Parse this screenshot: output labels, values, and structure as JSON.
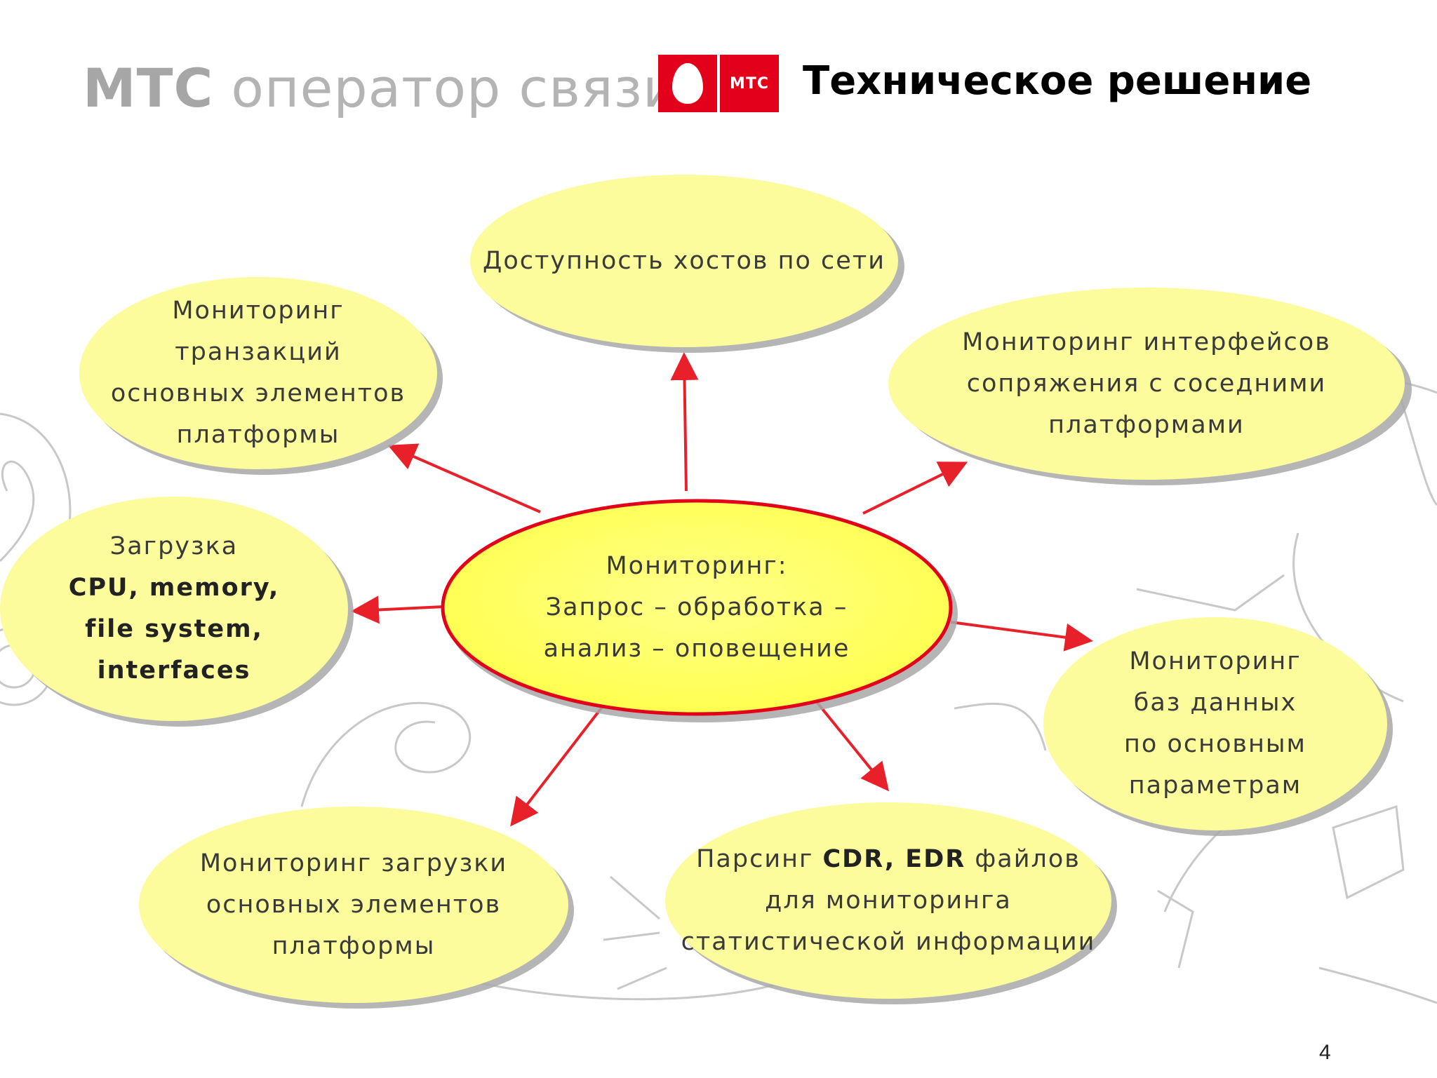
{
  "header": {
    "brand_bold": "МТС",
    "brand_rest": "оператор связи",
    "logo_text": "МТС",
    "title": "Техническое решение"
  },
  "diagram": {
    "center": {
      "lines": [
        "Мониторинг:",
        "Запрос – обработка –",
        "анализ – оповещение"
      ]
    },
    "nodes": [
      {
        "id": "hosts",
        "lines": [
          "Доступность хостов по сети"
        ]
      },
      {
        "id": "transactions",
        "lines": [
          "Мониторинг",
          "транзакций",
          "основных элементов",
          "платформы"
        ]
      },
      {
        "id": "interfaces",
        "lines": [
          "Мониторинг интерфейсов",
          "сопряжения с соседними",
          "платформами"
        ]
      },
      {
        "id": "cpu",
        "lines": [
          "Загрузка",
          "CPU, memory,",
          "file system,",
          "interfaces"
        ]
      },
      {
        "id": "databases",
        "lines": [
          "Мониторинг",
          "баз данных",
          "по основным",
          "параметрам"
        ]
      },
      {
        "id": "load",
        "lines": [
          "Мониторинг загрузки",
          "основных элементов",
          "платформы"
        ]
      },
      {
        "id": "cdr",
        "lines": [
          "Парсинг CDR, EDR файлов",
          "для мониторинга",
          "статистической информации"
        ]
      }
    ],
    "colors": {
      "node_fill": "#fcfc9c",
      "center_fill": "#ffff66",
      "center_border": "#e3001b",
      "arrow": "#e8202a",
      "shadow": "#9a9a9a"
    }
  },
  "page_number": "4"
}
